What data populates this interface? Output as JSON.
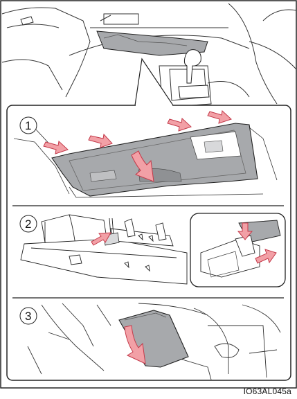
{
  "steps": [
    {
      "number": "1"
    },
    {
      "number": "2"
    },
    {
      "number": "3"
    }
  ],
  "figure_code": "IO63AL045a",
  "colors": {
    "arrow_fill": "#f2a0a6",
    "arrow_stroke": "#c43a4a",
    "panel_gray": "#a7a9ac",
    "line": "#222222"
  }
}
